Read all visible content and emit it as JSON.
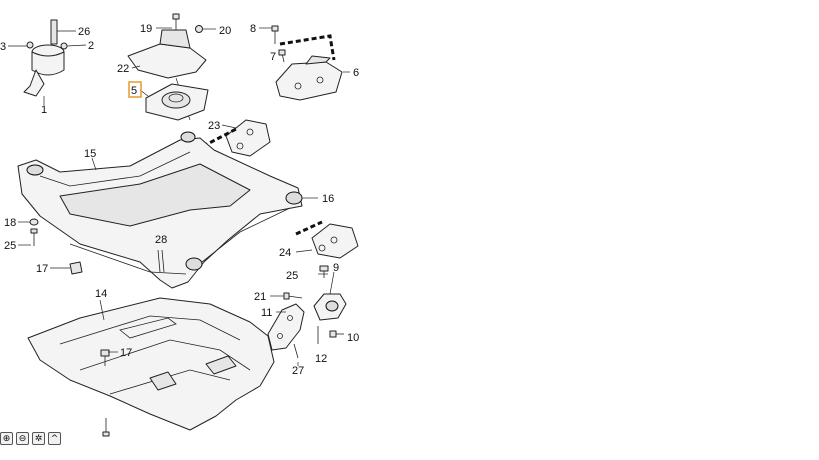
{
  "callouts": {
    "c1": "1",
    "c2": "2",
    "c3": "3",
    "c5": "5",
    "c6": "6",
    "c7": "7",
    "c8": "8",
    "c9": "9",
    "c10": "10",
    "c11": "11",
    "c12": "12",
    "c14": "14",
    "c15": "15",
    "c16": "16",
    "c17a": "17",
    "c17b": "17",
    "c18": "18",
    "c19": "19",
    "c20": "20",
    "c21": "21",
    "c22": "22",
    "c23": "23",
    "c24": "24",
    "c25a": "25",
    "c25b": "25",
    "c26": "26",
    "c27": "27",
    "c28": "28"
  },
  "toolbar": {
    "zoom_in_icon": "zoom-in-icon",
    "zoom_out_icon": "zoom-out-icon",
    "fit_icon": "fit-icon",
    "up_icon": "chevron-up-icon",
    "glyph_zoom_in": "⊕",
    "glyph_zoom_out": "⊖",
    "glyph_fit": "✲",
    "glyph_up": "^"
  }
}
